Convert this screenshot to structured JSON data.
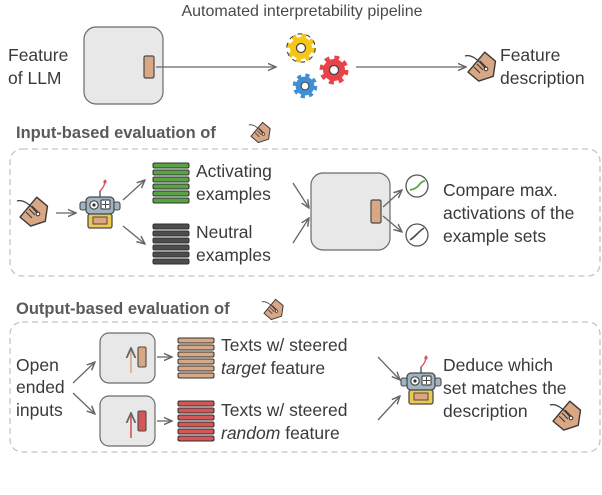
{
  "colors": {
    "gear_yellow": "#f5c518",
    "gear_red": "#e8424a",
    "gear_blue": "#3f8fd6",
    "green_bars": "#5aa344",
    "neutral_bars": "#4d4d4d",
    "target_bars": "#d9a784",
    "random_bars": "#d45656",
    "feature_box": "#e8e8e8",
    "feature_marker": "#d9a784",
    "dashed_border": "#c4c4c4"
  },
  "icons": [
    "gear-icon",
    "tag-icon",
    "robot-icon",
    "check-icon",
    "arrow-up-icon"
  ],
  "pipeline": {
    "title": "Automated interpretability pipeline",
    "feature_label_line1": "Feature",
    "feature_label_line2": "of LLM",
    "description_line1": "Feature",
    "description_line2": "description"
  },
  "input_eval": {
    "heading": "Input-based evaluation of",
    "activating_line1": "Activating",
    "activating_line2": "examples",
    "neutral_line1": "Neutral",
    "neutral_line2": "examples",
    "compare_line1": "Compare max.",
    "compare_line2": "activations of the",
    "compare_line3": "example sets"
  },
  "output_eval": {
    "heading": "Output-based evaluation of",
    "inputs_line1": "Open",
    "inputs_line2": "ended",
    "inputs_line3": "inputs",
    "target_line1": "Texts w/ steered",
    "target_word": "target",
    "target_suffix": " feature",
    "random_line1": "Texts w/ steered",
    "random_word": "random",
    "random_suffix": " feature",
    "deduce_line1": "Deduce which",
    "deduce_line2": "set matches the",
    "deduce_line3": "description"
  }
}
